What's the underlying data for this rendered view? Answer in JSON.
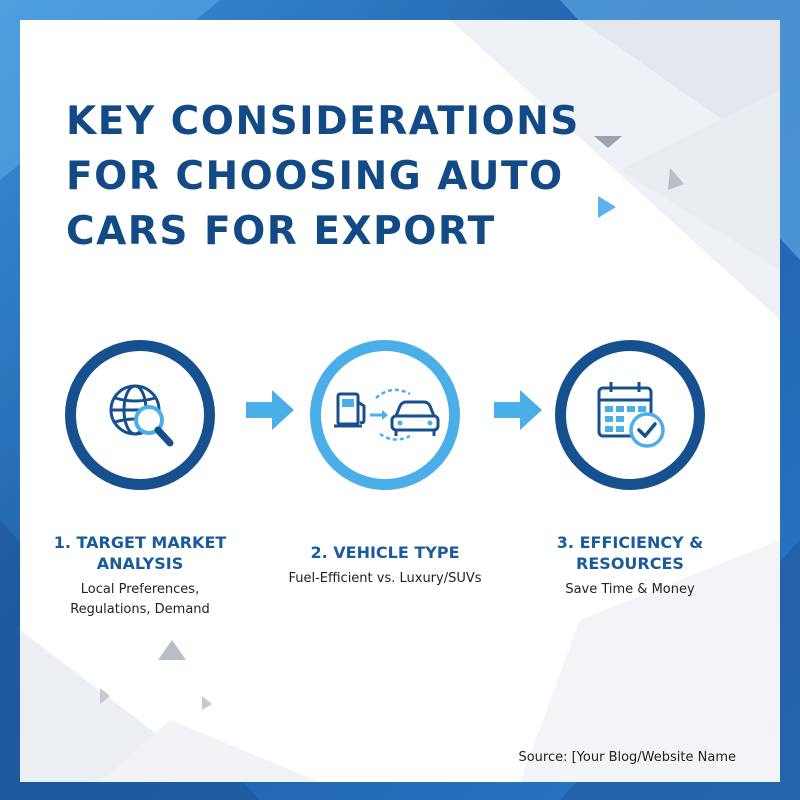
{
  "title": "KEY CONSIDERATIONS FOR CHOOSING AUTO CARS FOR EXPORT",
  "steps": [
    {
      "number": "1.",
      "title": "TARGET MARKET ANALYSIS",
      "description": "Local Preferences, Regulations, Demand",
      "icon": "globe-magnifier-icon"
    },
    {
      "number": "2.",
      "title": "VEHICLE TYPE",
      "description": "Fuel-Efficient vs. Luxury/SUVs",
      "icon": "fuel-pump-to-car-icon"
    },
    {
      "number": "3.",
      "title": "EFFICIENCY & RESOURCES",
      "description": "Save Time & Money",
      "icon": "calendar-check-icon"
    }
  ],
  "source": "Source: [Your Blog/Website Name",
  "colors": {
    "navy": "#17508f",
    "light_blue": "#4aaee8",
    "title": "#124a86",
    "frame": "#2a78c8"
  }
}
